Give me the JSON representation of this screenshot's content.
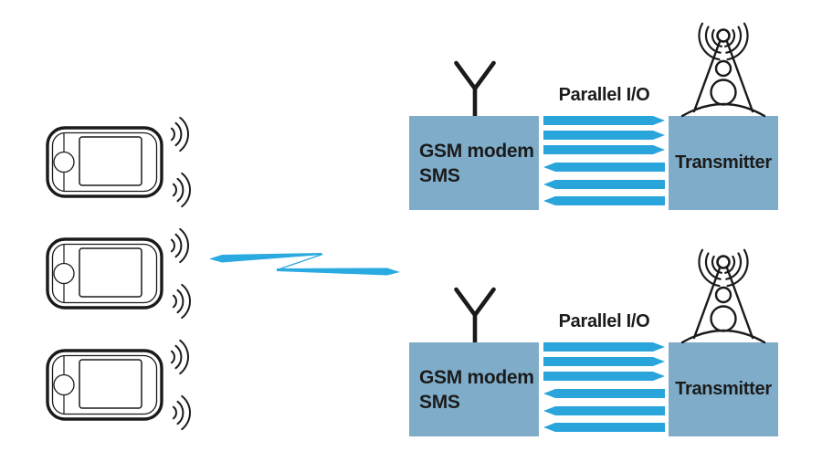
{
  "colors": {
    "box_fill": "#7fadc9",
    "arrow_blue": "#29a5dc",
    "flash_blue": "#2baae1",
    "ink": "#1a1a1a"
  },
  "icons": {
    "phone": "mobile-phone-icon",
    "waves": "signal-waves-icon",
    "antenna": "antenna-icon",
    "tower": "radio-tower-icon",
    "flash": "radio-link-flash-icon"
  },
  "phones": {
    "count": 3
  },
  "stations": [
    {
      "modem_line1": "GSM modem",
      "modem_line2": "SMS",
      "bus_label": "Parallel I/O",
      "transmitter_label": "Transmitter",
      "arrows": [
        "right",
        "right",
        "right",
        "left",
        "left",
        "left"
      ]
    },
    {
      "modem_line1": "GSM modem",
      "modem_line2": "SMS",
      "bus_label": "Parallel I/O",
      "transmitter_label": "Transmitter",
      "arrows": [
        "right",
        "right",
        "right",
        "left",
        "left",
        "left"
      ]
    }
  ]
}
